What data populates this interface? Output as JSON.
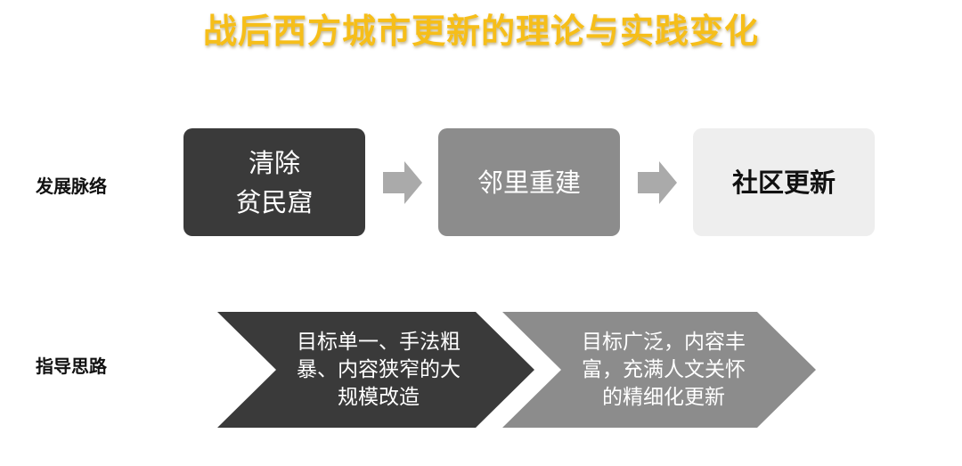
{
  "title": "战后西方城市更新的理论与实践变化",
  "rows": {
    "development": "发展脉络",
    "guidance": "指导思路"
  },
  "stages": [
    {
      "lines": [
        "清除",
        "贫民窟"
      ],
      "color": "#3a3a3a"
    },
    {
      "lines": [
        "邻里重建"
      ],
      "color": "#8c8c8c"
    },
    {
      "lines": [
        "社区更新"
      ],
      "color": "#eeeeee"
    }
  ],
  "arrows": {
    "color": "#aaaaaa",
    "icon": "right-arrow-icon"
  },
  "approaches": [
    {
      "lines": [
        "目标单一、手法粗",
        "暴、内容狭窄的大",
        "规模改造"
      ],
      "color": "#3a3a3a"
    },
    {
      "lines": [
        "目标广泛，内容丰",
        "富，充满人文关怀",
        "的精细化更新"
      ],
      "color": "#8c8c8c"
    }
  ]
}
